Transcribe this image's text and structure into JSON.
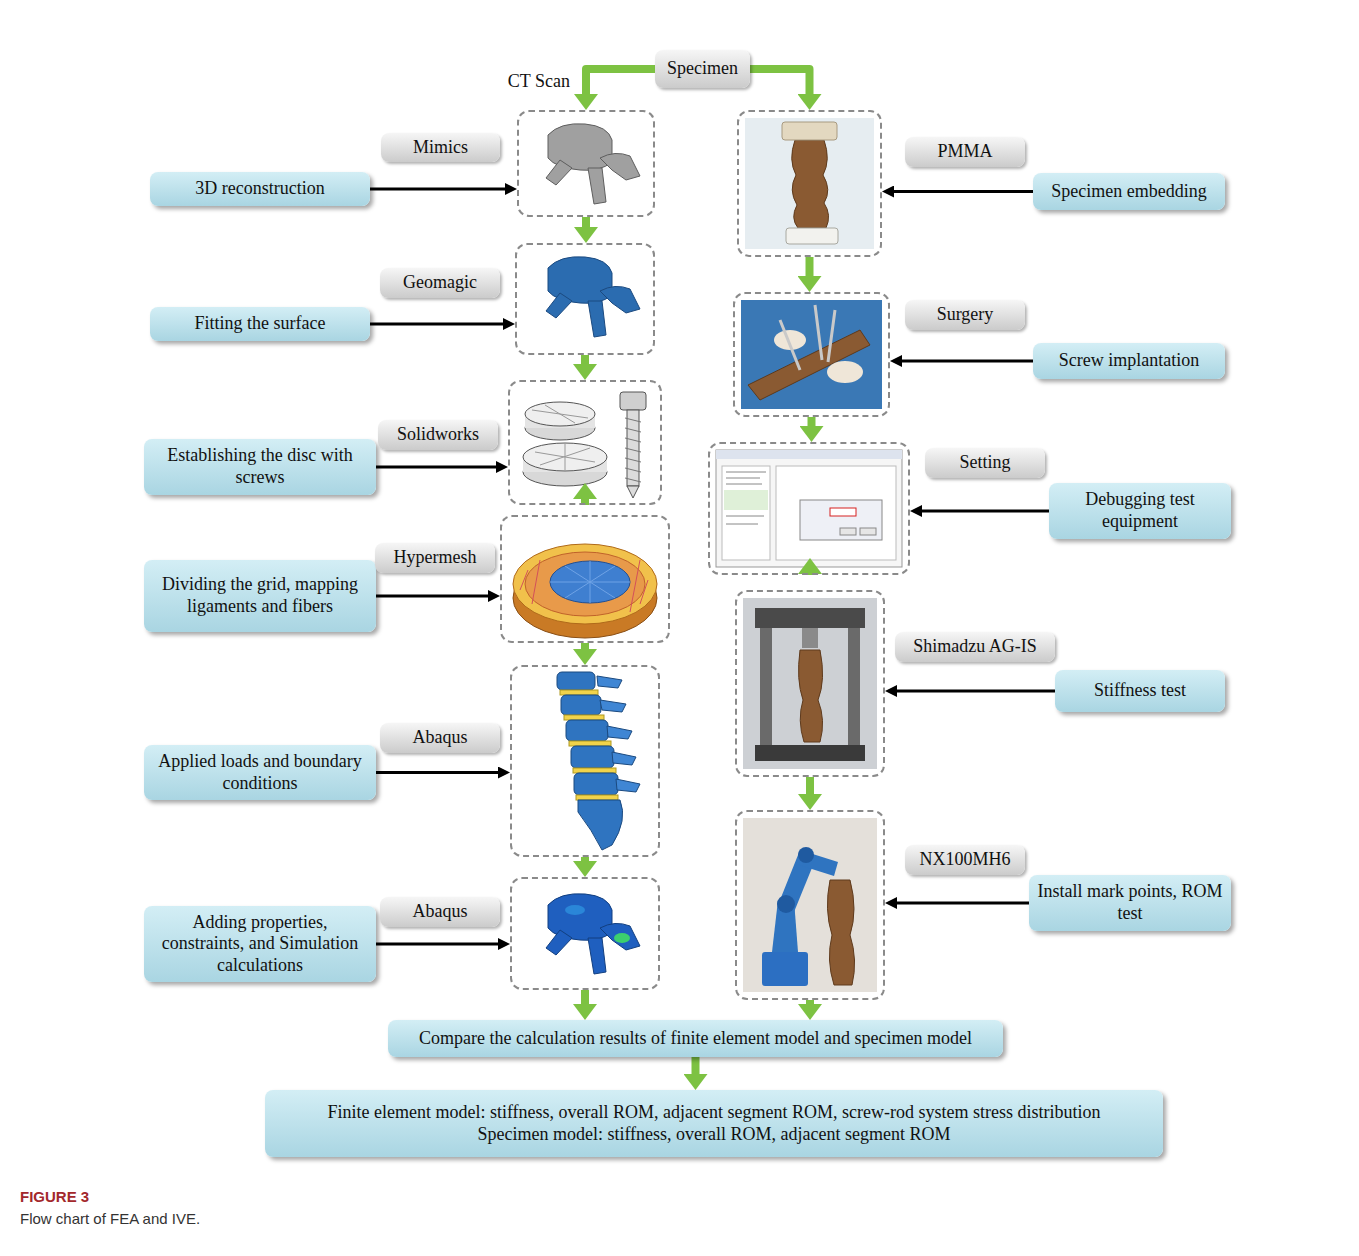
{
  "diagram": {
    "caption": "Flow chart of FEA and IVE.",
    "nodes": [
      {
        "text": [
          "Specimen"
        ]
      },
      {
        "text": [
          "3D reconstruction"
        ]
      },
      {
        "text": [
          "Mimics"
        ]
      },
      {
        "text": []
      },
      {
        "text": [
          "Fitting the surface"
        ]
      },
      {
        "text": [
          "Geomagic"
        ]
      },
      {
        "text": []
      },
      {
        "text": [
          "Establishing the disc with screws"
        ]
      },
      {
        "text": [
          "Solidworks"
        ]
      },
      {
        "text": []
      },
      {
        "text": [
          "Dividing the grid, mapping ligaments and fibers"
        ]
      },
      {
        "text": [
          "Hypermesh"
        ]
      },
      {
        "text": []
      },
      {
        "text": [
          "Applied loads and boundary conditions"
        ]
      },
      {
        "text": [
          "Abaqus"
        ]
      },
      {
        "text": []
      },
      {
        "text": [
          "Adding properties, constraints, and Simulation calculations"
        ]
      },
      {
        "text": [
          "Abaqus"
        ]
      },
      {
        "text": []
      },
      {
        "text": [
          "Specimen embedding"
        ]
      },
      {
        "text": [
          "PMMA"
        ]
      },
      {
        "text": []
      },
      {
        "text": [
          "Screw implantation"
        ]
      },
      {
        "text": [
          "Surgery"
        ]
      },
      {
        "text": []
      },
      {
        "text": [
          "Debugging test equipment"
        ]
      },
      {
        "text": [
          "Setting"
        ]
      },
      {
        "text": []
      },
      {
        "text": [
          "Stiffness test"
        ]
      },
      {
        "text": [
          "Shimadzu AG-IS"
        ]
      },
      {
        "text": []
      },
      {
        "text": [
          "Install mark points, ROM test"
        ]
      },
      {
        "text": [
          "NX100MH6"
        ]
      },
      {
        "text": []
      },
      {
        "text": [
          "Compare the calculation results of finite element model and specimen model"
        ]
      },
      {
        "text": [
          "Finite element model: stiffness, overall ROM, adjacent segment ROM, screw-rod system stress distribution",
          "Specimen model: stiffness, overall ROM, adjacent segment ROM"
        ]
      }
    ],
    "edges": [
      {
        "from": 0,
        "to": 3,
        "label": "CT Scan",
        "arrow": "to"
      },
      {
        "from": 0,
        "to": 21,
        "arrow": "to"
      },
      {
        "from": 1,
        "to": 3,
        "arrow": "to"
      },
      {
        "from": 3,
        "to": 6,
        "arrow": "to"
      },
      {
        "from": 4,
        "to": 6,
        "arrow": "to"
      },
      {
        "from": 6,
        "to": 9,
        "arrow": "to"
      },
      {
        "from": 7,
        "to": 9,
        "arrow": "to"
      },
      {
        "from": 9,
        "to": 12,
        "arrow": "to"
      },
      {
        "from": 10,
        "to": 12,
        "arrow": "to"
      },
      {
        "from": 12,
        "to": 15,
        "arrow": "to"
      },
      {
        "from": 13,
        "to": 15,
        "arrow": "to"
      },
      {
        "from": 15,
        "to": 18,
        "arrow": "to"
      },
      {
        "from": 16,
        "to": 18,
        "arrow": "to"
      },
      {
        "from": 19,
        "to": 21,
        "arrow": "to"
      },
      {
        "from": 21,
        "to": 24,
        "arrow": "to"
      },
      {
        "from": 22,
        "to": 24,
        "arrow": "to"
      },
      {
        "from": 24,
        "to": 27,
        "arrow": "to"
      },
      {
        "from": 25,
        "to": 27,
        "arrow": "to"
      },
      {
        "from": 27,
        "to": 30,
        "arrow": "to"
      },
      {
        "from": 28,
        "to": 30,
        "arrow": "to"
      },
      {
        "from": 30,
        "to": 33,
        "arrow": "to"
      },
      {
        "from": 31,
        "to": 33,
        "arrow": "to"
      },
      {
        "from": 18,
        "to": 34,
        "arrow": "to"
      },
      {
        "from": 33,
        "to": 34,
        "arrow": "to"
      },
      {
        "from": 34,
        "to": 35,
        "arrow": "to"
      }
    ],
    "labels": [
      "FIGURE 3"
    ]
  }
}
